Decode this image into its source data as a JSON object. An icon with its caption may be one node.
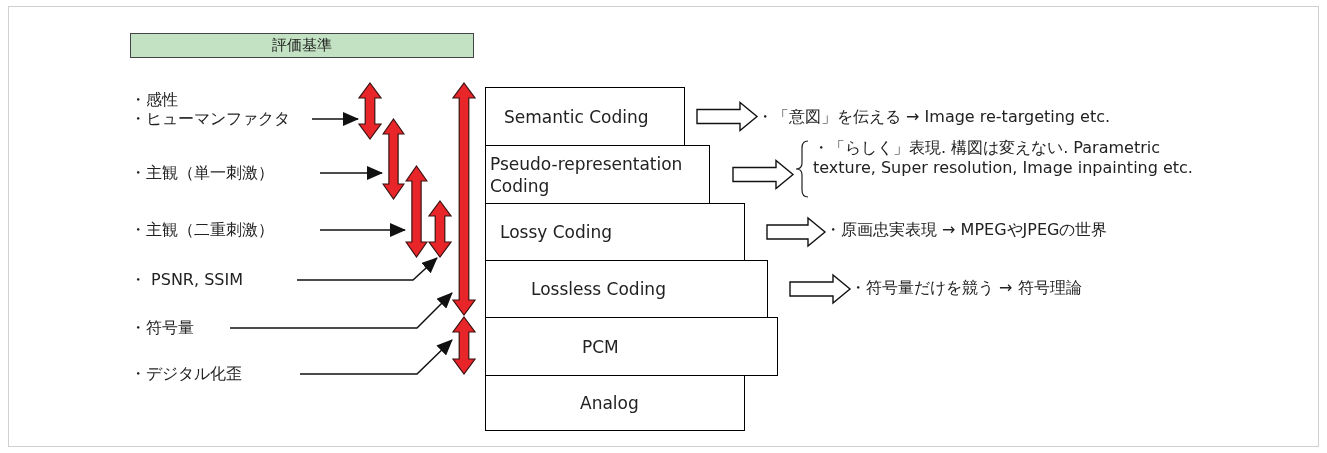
{
  "diagram": {
    "nodes": [
      {
        "text": [
          "評価基準"
        ]
      },
      {
        "text": [
          "・ヒューマンファクタ"
        ]
      },
      {
        "text": [
          "・主観（単一刺激）"
        ]
      },
      {
        "text": [
          "・主観（二重刺激）"
        ]
      },
      {
        "text": [
          "・ PSNR, SSIM"
        ]
      },
      {
        "text": [
          "・符号量"
        ]
      },
      {
        "text": [
          "・デジタル化歪"
        ]
      },
      {
        "text": [],
        "shape": "double-arrow"
      },
      {
        "text": [],
        "shape": "double-arrow"
      },
      {
        "text": [],
        "shape": "double-arrow"
      },
      {
        "text": [],
        "shape": "double-arrow"
      },
      {
        "text": [],
        "shape": "double-arrow"
      },
      {
        "text": [],
        "shape": "double-arrow"
      },
      {
        "text": [
          "Semantic Coding"
        ]
      },
      {
        "text": [
          "Pseudo-representation Coding"
        ]
      },
      {
        "text": [
          "Lossy Coding"
        ]
      },
      {
        "text": [
          "Lossless Coding"
        ]
      },
      {
        "text": [
          "PCM"
        ]
      },
      {
        "text": [
          "Analog"
        ]
      },
      {
        "text": [
          "・「意図」を伝える → Image re-targeting etc."
        ]
      },
      {
        "text": [
          "・「らしく」表現. 構図は変えない. Parametric texture, Super resolution, Image inpainting etc."
        ]
      },
      {
        "text": [
          "・原画忠実表現 → MPEGやJPEGの世界"
        ]
      },
      {
        "text": [
          "・符号量だけを競う → 符号理論"
        ]
      }
    ],
    "edges": [
      {
        "from": 1,
        "to": 7,
        "arrow": "to"
      },
      {
        "from": 2,
        "to": 8,
        "arrow": "to"
      },
      {
        "from": 3,
        "to": 9,
        "arrow": "to"
      },
      {
        "from": 4,
        "to": 10,
        "arrow": "to"
      },
      {
        "from": 5,
        "to": 11,
        "arrow": "to"
      },
      {
        "from": 6,
        "to": 12,
        "arrow": "to"
      },
      {
        "from": 13,
        "to": 19,
        "arrow": "to",
        "style": "thick"
      },
      {
        "from": 14,
        "to": 20,
        "arrow": "to",
        "style": "thick"
      },
      {
        "from": 15,
        "to": 21,
        "arrow": "to",
        "style": "thick"
      },
      {
        "from": 16,
        "to": 22,
        "arrow": "to",
        "style": "thick"
      }
    ],
    "labels": [
      "・感性"
    ]
  }
}
